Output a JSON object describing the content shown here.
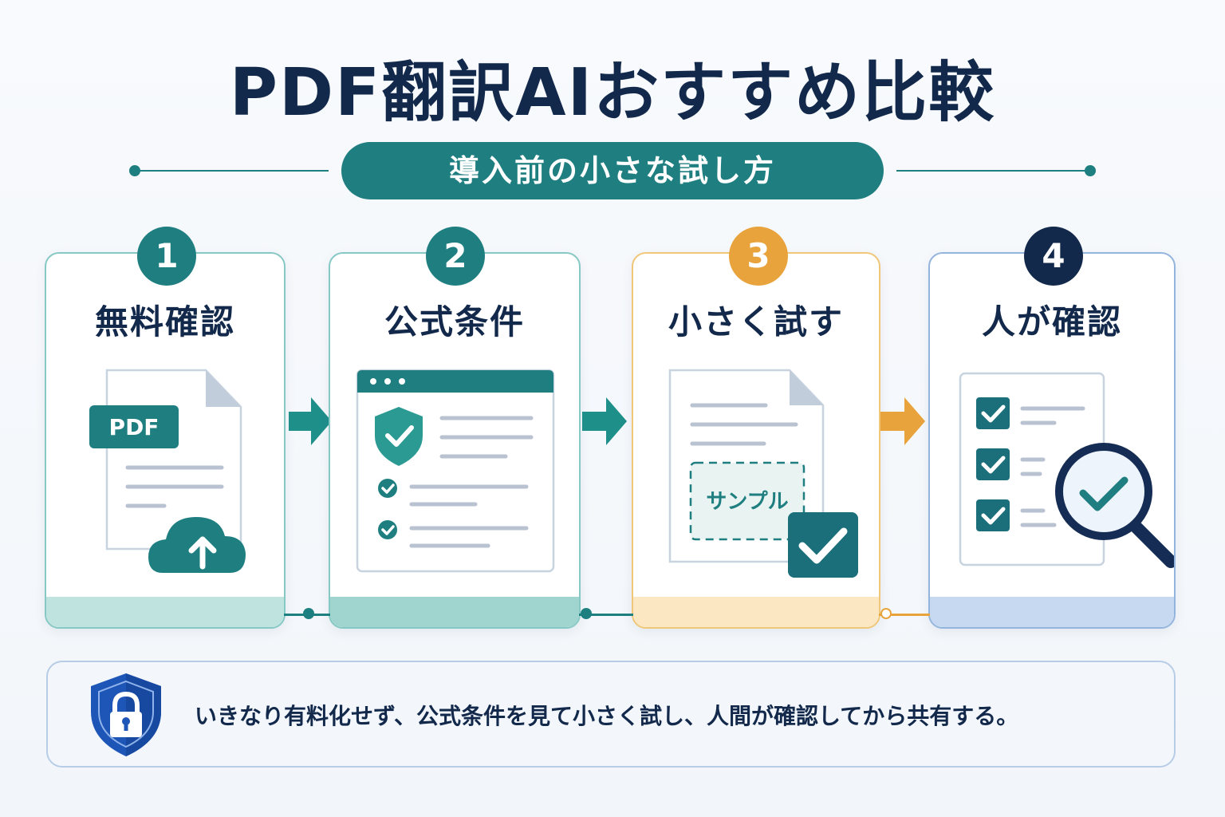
{
  "title": "PDF翻訳AIおすすめ比較",
  "subtitle": "導入前の小さな試し方",
  "colors": {
    "teal": "#1f7f80",
    "navy": "#13294b",
    "orange": "#e8a33c",
    "blue": "#1e56b8"
  },
  "steps": [
    {
      "number": "1",
      "label": "無料確認",
      "icon": "pdf-upload-icon"
    },
    {
      "number": "2",
      "label": "公式条件",
      "icon": "browser-shield-icon"
    },
    {
      "number": "3",
      "label": "小さく試す",
      "icon": "sample-document-icon"
    },
    {
      "number": "4",
      "label": "人が確認",
      "icon": "checklist-magnifier-icon"
    }
  ],
  "illustrations": {
    "pdf_tag": "PDF",
    "sample_tag": "サンプル"
  },
  "note": {
    "icon": "shield-lock-icon",
    "text": "いきなり有料化せず、公式条件を見て小さく試し、人間が確認してから共有する。"
  }
}
